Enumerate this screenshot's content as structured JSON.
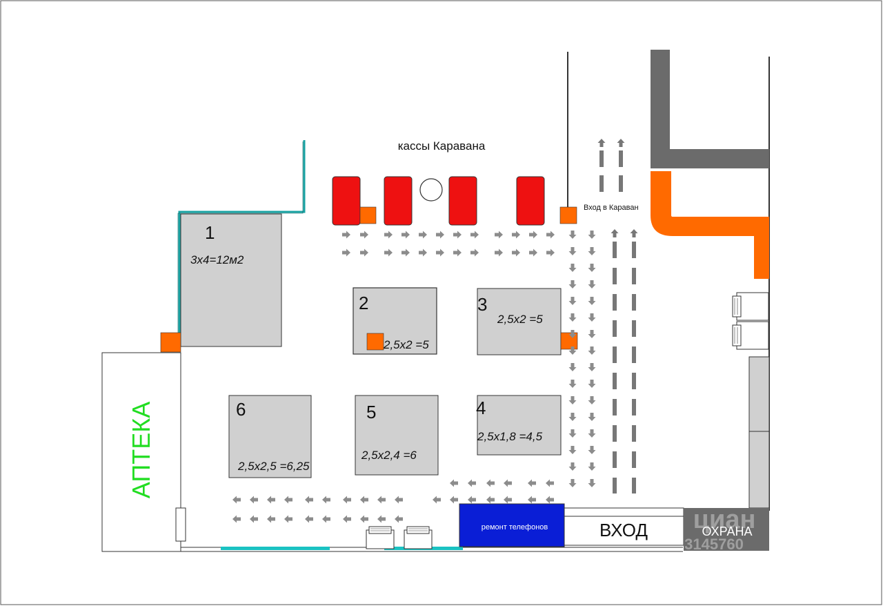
{
  "header": {
    "title": "кассы Каравана"
  },
  "entrance_karavan": {
    "label": "Вход в Караван"
  },
  "pharmacy": {
    "label": "АПТЕКА"
  },
  "stalls": [
    {
      "num": "1",
      "area": "3х4=12м2"
    },
    {
      "num": "2",
      "area": "2,5х2 =5"
    },
    {
      "num": "3",
      "area": "2,5х2 =5"
    },
    {
      "num": "4",
      "area": "2,5х1,8 =4,5"
    },
    {
      "num": "5",
      "area": "2,5х2,4 =6"
    },
    {
      "num": "6",
      "area": "2,5х2,5 =6,25"
    }
  ],
  "phone_repair": {
    "label": "ремонт телефонов"
  },
  "entrance": {
    "label": "ВХОД"
  },
  "security": {
    "label": "ОХРАНА"
  },
  "watermark": {
    "brand": "циан",
    "id": "3145760"
  },
  "colors": {
    "stall_fill": "#d0d0d0",
    "register": "#ee1111",
    "accent_orange": "#ff6a00",
    "wall_teal": "#1aa3a3",
    "phone_repair_blue": "#0a1ed6",
    "wall_gray": "#6b6b6b",
    "arrow_gray": "#8c8c8c",
    "pharmacy_text": "#22dd22"
  }
}
